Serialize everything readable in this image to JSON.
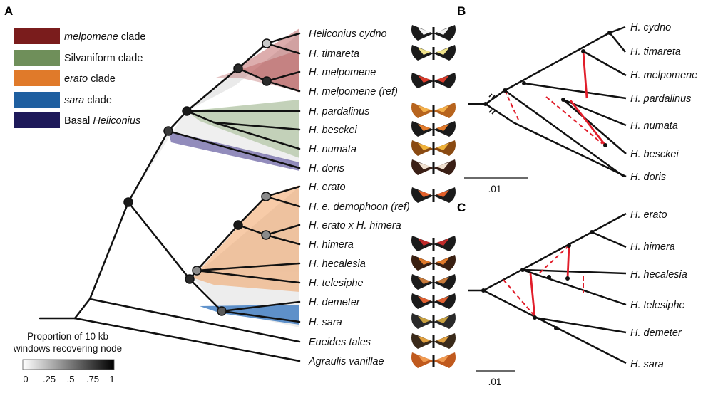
{
  "panels": {
    "a": "A",
    "b": "B",
    "c": "C"
  },
  "legend": [
    {
      "italic": "melpomene",
      "rest": " clade",
      "color": "#7a1c1c"
    },
    {
      "italic": "",
      "rest": "Silvaniform clade",
      "color": "#6f8f5a"
    },
    {
      "italic": "erato",
      "rest": " clade",
      "color": "#e07a2a"
    },
    {
      "italic": "sara",
      "rest": " clade",
      "color": "#1f5fa0"
    },
    {
      "italic": "Heliconius",
      "rest": "Basal ",
      "color": "#1e1a5a"
    }
  ],
  "taxa_a": [
    "Heliconius cydno",
    "H. timareta",
    "H. melpomene",
    "H. melpomene (ref)",
    "H. pardalinus",
    "H. besckei",
    "H. numata",
    "H. doris",
    "H. erato",
    "H. e. demophoon (ref)",
    "H. erato x H. himera",
    "H. himera",
    "H. hecalesia",
    "H. telesiphe",
    "H. demeter",
    "H. sara",
    "Eueides tales",
    "Agraulis vanillae"
  ],
  "colorbar": {
    "caption1": "Proportion of 10 kb",
    "caption2": "windows recovering node",
    "ticks": [
      "0",
      ".25",
      ".5",
      ".75",
      "1"
    ]
  },
  "taxa_b": [
    "H. cydno",
    "H. timareta",
    "H. melpomene",
    "H. pardalinus",
    "H. numata",
    "H. besckei",
    "H. doris"
  ],
  "taxa_c": [
    "H. erato",
    "H. himera",
    "H. hecalesia",
    "H. telesiphe",
    "H. demeter",
    "H. sara"
  ],
  "scale_b": ".01",
  "scale_c": ".01",
  "colors": {
    "branch": "#111111",
    "introgression": "#e11d2a",
    "node_black": "#1a1a1a",
    "node_gray": "#8a8a8a",
    "node_light": "#c8c8c8"
  }
}
